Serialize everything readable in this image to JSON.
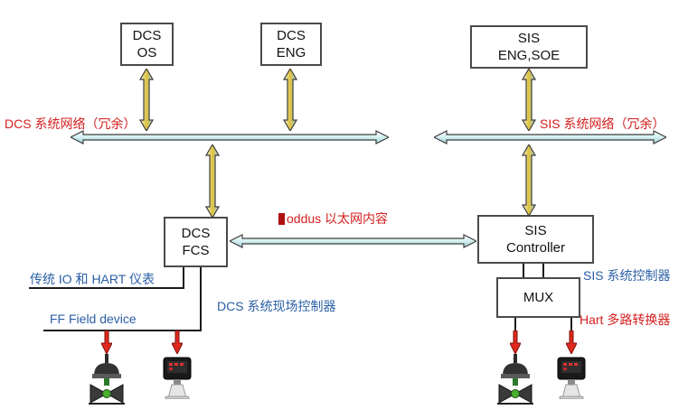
{
  "boxes": {
    "dcs_os": {
      "line1": "DCS",
      "line2": "OS"
    },
    "dcs_eng": {
      "line1": "DCS",
      "line2": "ENG"
    },
    "sis_eng_soe": {
      "line1": "SIS",
      "line2": "ENG,SOE"
    },
    "dcs_fcs": {
      "line1": "DCS",
      "line2": "FCS"
    },
    "sis_controller": {
      "line1": "SIS",
      "line2": "Controller"
    },
    "mux": {
      "label": "MUX"
    }
  },
  "labels": {
    "dcs_network": "DCS 系统网络（冗余）",
    "sis_network": "SIS 系统网络（冗余）",
    "modbus_ethernet": "oddus 以太网内容",
    "traditional_io": "传统 IO 和 HART 仪表",
    "ff_field_device": "FF Field device",
    "dcs_field_controller": "DCS 系统现场控制器",
    "sis_system_controller": "SIS 系统控制器",
    "hart_multiplexer": "Hart 多路转换器"
  },
  "colors": {
    "label_red": "#d42020",
    "label_blue": "#2a5fa5",
    "cable_cyan": "#cdeef2",
    "cable_yellow": "#ddc23c",
    "arrow_red": "#e02a1e"
  }
}
